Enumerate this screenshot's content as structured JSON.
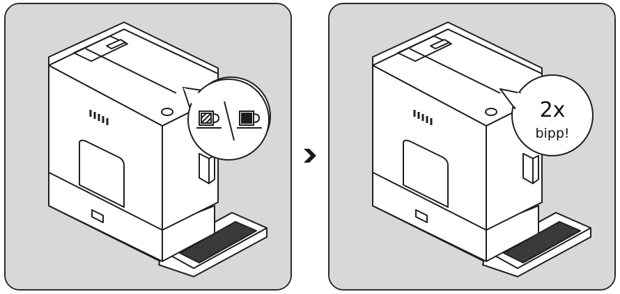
{
  "diagram": {
    "colors": {
      "panel_background": "#d8d8d8",
      "panel_border": "#2a2a2a",
      "machine_fill": "#ffffff",
      "line": "#1e1e1e",
      "arrow": "#1a1a1a"
    },
    "panels": [
      {
        "id": "step-1",
        "bubble": {
          "icons": [
            "double-espresso-cup-icon",
            "espresso-cup-icon"
          ],
          "separator": "slash"
        }
      },
      {
        "id": "step-2",
        "bubble": {
          "count_text": "2x",
          "sound_text": "bipp!"
        }
      }
    ],
    "connector": "chevron-right-icon"
  }
}
